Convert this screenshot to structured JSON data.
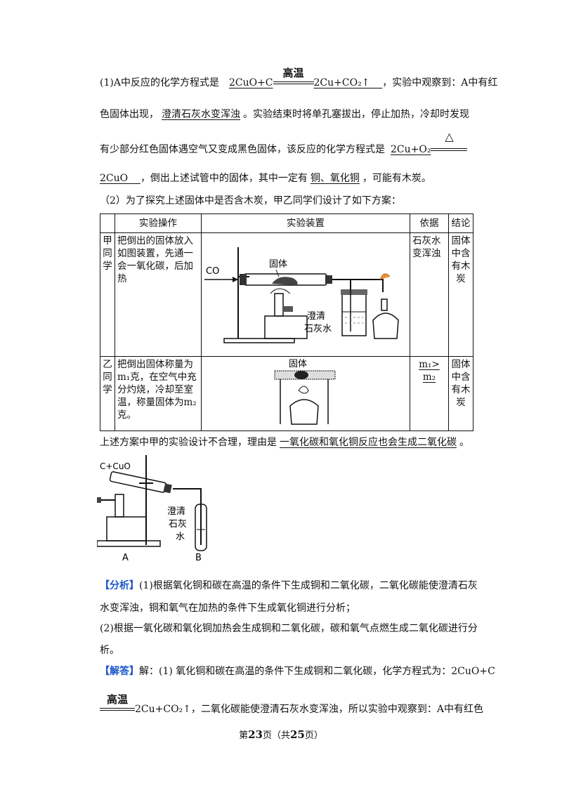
{
  "q1": {
    "l1_a": "(1)A中反应的化学方程式是",
    "eq1_left": "2CuO+C",
    "eq1_cond": "高温",
    "eq1_right": "2Cu+CO₂↑",
    "l1_b": "，实验中观察到：A中有红",
    "l2_a": "色固体出现，",
    "obs": "澄清石灰水变浑浊",
    "l2_b": "。实验结束时将单孔塞拔出，停止加热，冷却时发现",
    "l3_a": "有少部分红色固体遇空气又变成黑色固体，该反应的化学方程式是",
    "eq2_left": "2Cu+O₂",
    "eq2_cond": "△",
    "eq2_right": "2CuO",
    "l4_a": "，倒出上述试管中的固体，其中一定有",
    "sure": "铜、氧化铜",
    "l4_b": "，可能有木炭。"
  },
  "q2": {
    "intro": "（2）为了探究上述固体中是否含木炭，甲乙同学们设计了如下方案：",
    "headers": [
      "实验操作",
      "实验装置",
      "依据",
      "结论"
    ],
    "row1": {
      "who": "甲同学",
      "op": "把倒出的固体放入如图装置，先通一会一氧化碳，后加热",
      "basis": "石灰水变浑浊",
      "concl": "固体中含有木炭",
      "fig_co": "CO",
      "fig_solid": "固体",
      "fig_lime1": "澄清",
      "fig_lime2": "石灰水"
    },
    "row2": {
      "who": "乙同学",
      "op": "把倒出固体称量为m₁克，在空气中充分灼烧，冷却至室温，称量固体为m₂克。",
      "basis_top": "m₁>",
      "basis_bot": "m₂",
      "concl": "固体中含有木炭",
      "fig_solid": "固体"
    },
    "reason_a": "上述方案中甲的实验设计不合理，理由是",
    "reason": "一氧化碳和氧化铜反应也会生成二氧化碳",
    "reason_b": "。"
  },
  "figA": {
    "label_cuo": "C+CuO",
    "lime1": "澄清",
    "lime2": "石灰",
    "lime3": "水",
    "a": "A",
    "b": "B"
  },
  "analysis": {
    "tag_open": "【",
    "tag": "分析",
    "tag_close": "】",
    "l1": "(1)根据氧化铜和碳在高温的条件下生成铜和二氧化碳，二氧化碳能使澄清石灰",
    "l2": "水变浑浊，铜和氧气在加热的条件下生成氧化铜进行分析；",
    "l3": "(2)根据一氧化碳和氧化铜加热会生成铜和二氧化碳，碳和氧气点燃生成二氧化碳进行分",
    "l4": "析。"
  },
  "answer": {
    "tag_open": "【",
    "tag": "解答",
    "tag_close": "】",
    "l1": "解：(1) 氧化铜和碳在高温的条件下生成铜和二氧化碳，化学方程式为：2CuO+C",
    "cond": "高温",
    "l2": "2Cu+CO₂↑，二氧化碳能使澄清石灰水变浑浊，所以实验中观察到：A中有红色"
  },
  "footer": {
    "a": "第",
    "page": "23",
    "b": "页（共",
    "total": "25",
    "c": "页）"
  }
}
